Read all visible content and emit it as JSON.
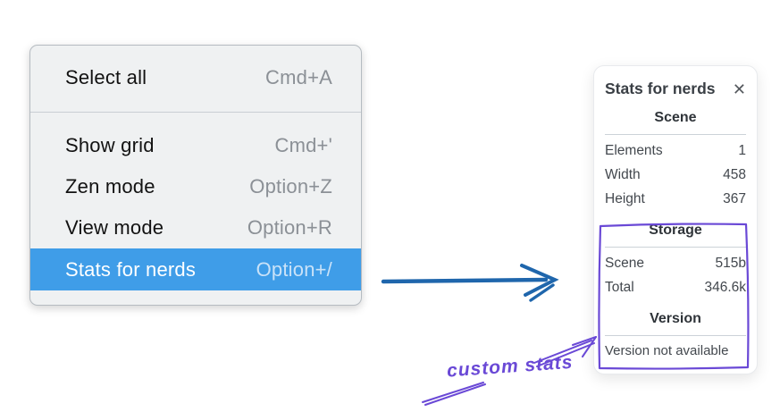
{
  "menu": {
    "groups": [
      {
        "items": [
          {
            "label": "Select all",
            "shortcut": "Cmd+A"
          }
        ]
      },
      {
        "items": [
          {
            "label": "Show grid",
            "shortcut": "Cmd+'"
          },
          {
            "label": "Zen mode",
            "shortcut": "Option+Z"
          },
          {
            "label": "View mode",
            "shortcut": "Option+R"
          },
          {
            "label": "Stats for nerds",
            "shortcut": "Option+/",
            "highlighted": true
          }
        ]
      }
    ],
    "colors": {
      "highlight_blue": "#3f9de8",
      "background": "#eff1f2",
      "shortcut_gray": "#8b9096"
    }
  },
  "stats_panel": {
    "title": "Stats for nerds",
    "close_icon": "✕",
    "sections": [
      {
        "header": "Scene",
        "rows": [
          [
            "Elements",
            "1"
          ],
          [
            "Width",
            "458"
          ],
          [
            "Height",
            "367"
          ]
        ]
      },
      {
        "header": "Storage",
        "rows": [
          [
            "Scene",
            "515b"
          ],
          [
            "Total",
            "346.6k"
          ]
        ]
      },
      {
        "header": "Version",
        "note": "Version not available"
      }
    ]
  },
  "annotations": {
    "custom_stats_label": "custom stats",
    "colors": {
      "arrow_blue": "#1f66ac",
      "annotation_purple": "#6a49d6"
    }
  }
}
